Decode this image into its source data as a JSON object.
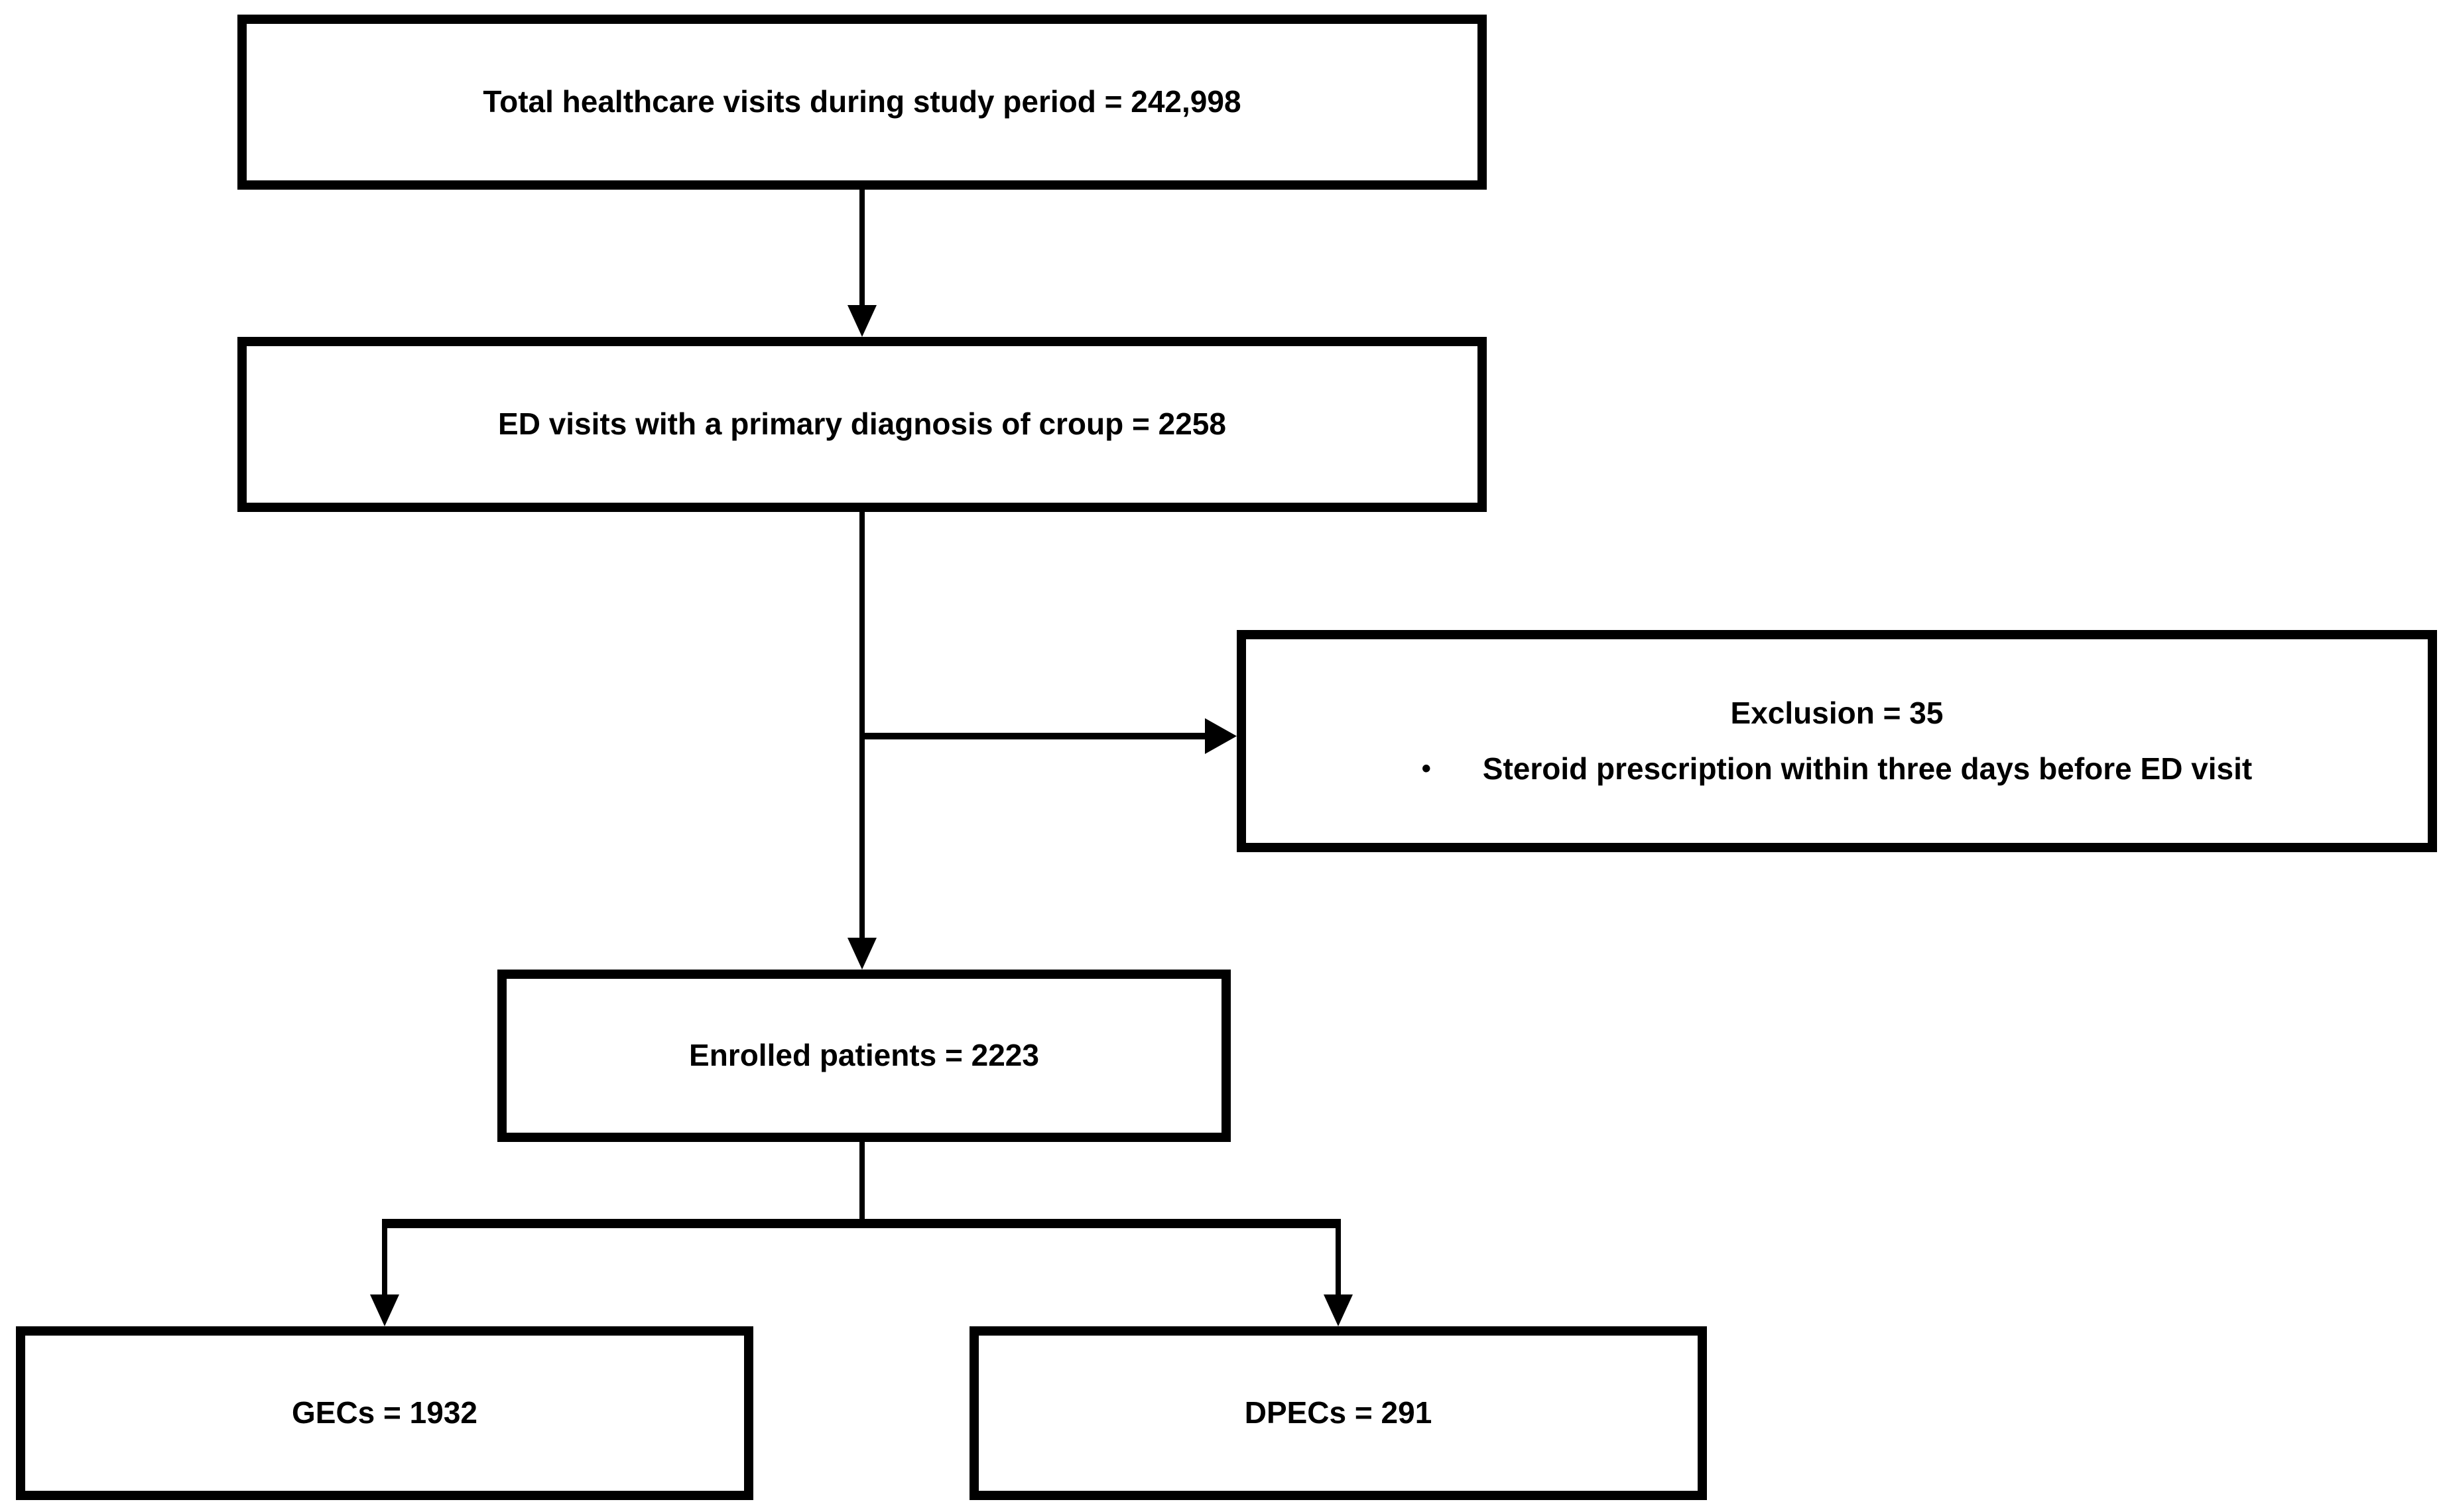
{
  "diagram": {
    "type": "patient-enrollment-flowchart",
    "background_color": "#ffffff",
    "line_color": "#000000",
    "nodes": {
      "total": {
        "label": "Total healthcare visits during study period = 242,998"
      },
      "ed_visits": {
        "label": "ED visits with a primary diagnosis of croup = 2258"
      },
      "exclusion": {
        "title": "Exclusion = 35",
        "bullet_glyph": "•",
        "bullet_text": "Steroid prescription within three days before ED visit"
      },
      "enrolled": {
        "label": "Enrolled patients = 2223"
      },
      "gecs": {
        "label": "GECs = 1932"
      },
      "dpecs": {
        "label": "DPECs = 291"
      }
    }
  }
}
